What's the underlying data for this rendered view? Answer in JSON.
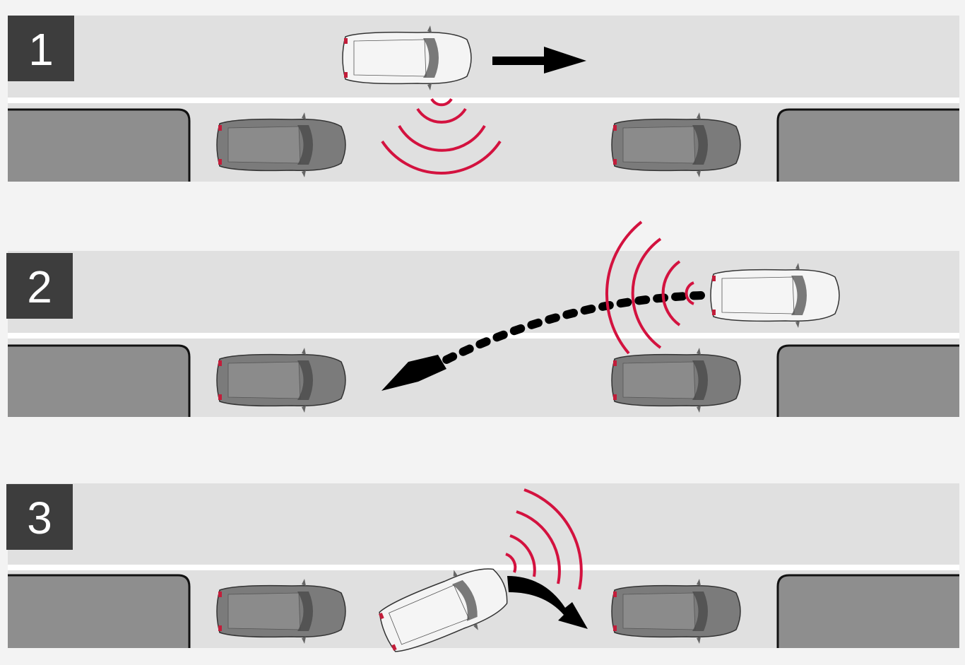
{
  "steps": [
    {
      "label": "1"
    },
    {
      "label": "2"
    },
    {
      "label": "3"
    }
  ],
  "colors": {
    "background": "#f3f3f3",
    "road": "#e0e0e0",
    "lane_line": "#ffffff",
    "curb_block": "#8e8e8e",
    "label_box": "#3d3d3d",
    "sensor_wave": "#d3123f",
    "arrow": "#000000",
    "parked_car": "#7b7b7b",
    "moving_car": "#f4f4f4"
  }
}
